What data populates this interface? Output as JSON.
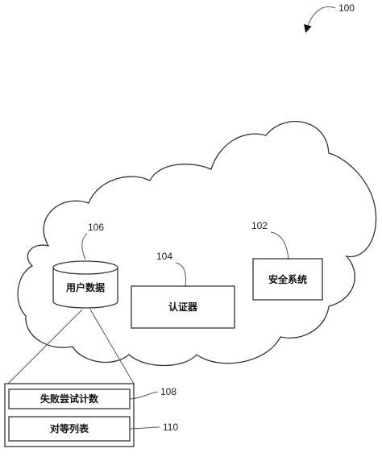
{
  "figure_number": "100",
  "nodes": {
    "security_system": {
      "ref": "102",
      "label": "安全系统"
    },
    "authenticator": {
      "ref": "104",
      "label": "认证器"
    },
    "user_data": {
      "ref": "106",
      "label": "用户数据"
    },
    "failed_attempt_count": {
      "ref": "108",
      "label": "失败尝试计数"
    },
    "peer_list": {
      "ref": "110",
      "label": "对等列表"
    }
  }
}
